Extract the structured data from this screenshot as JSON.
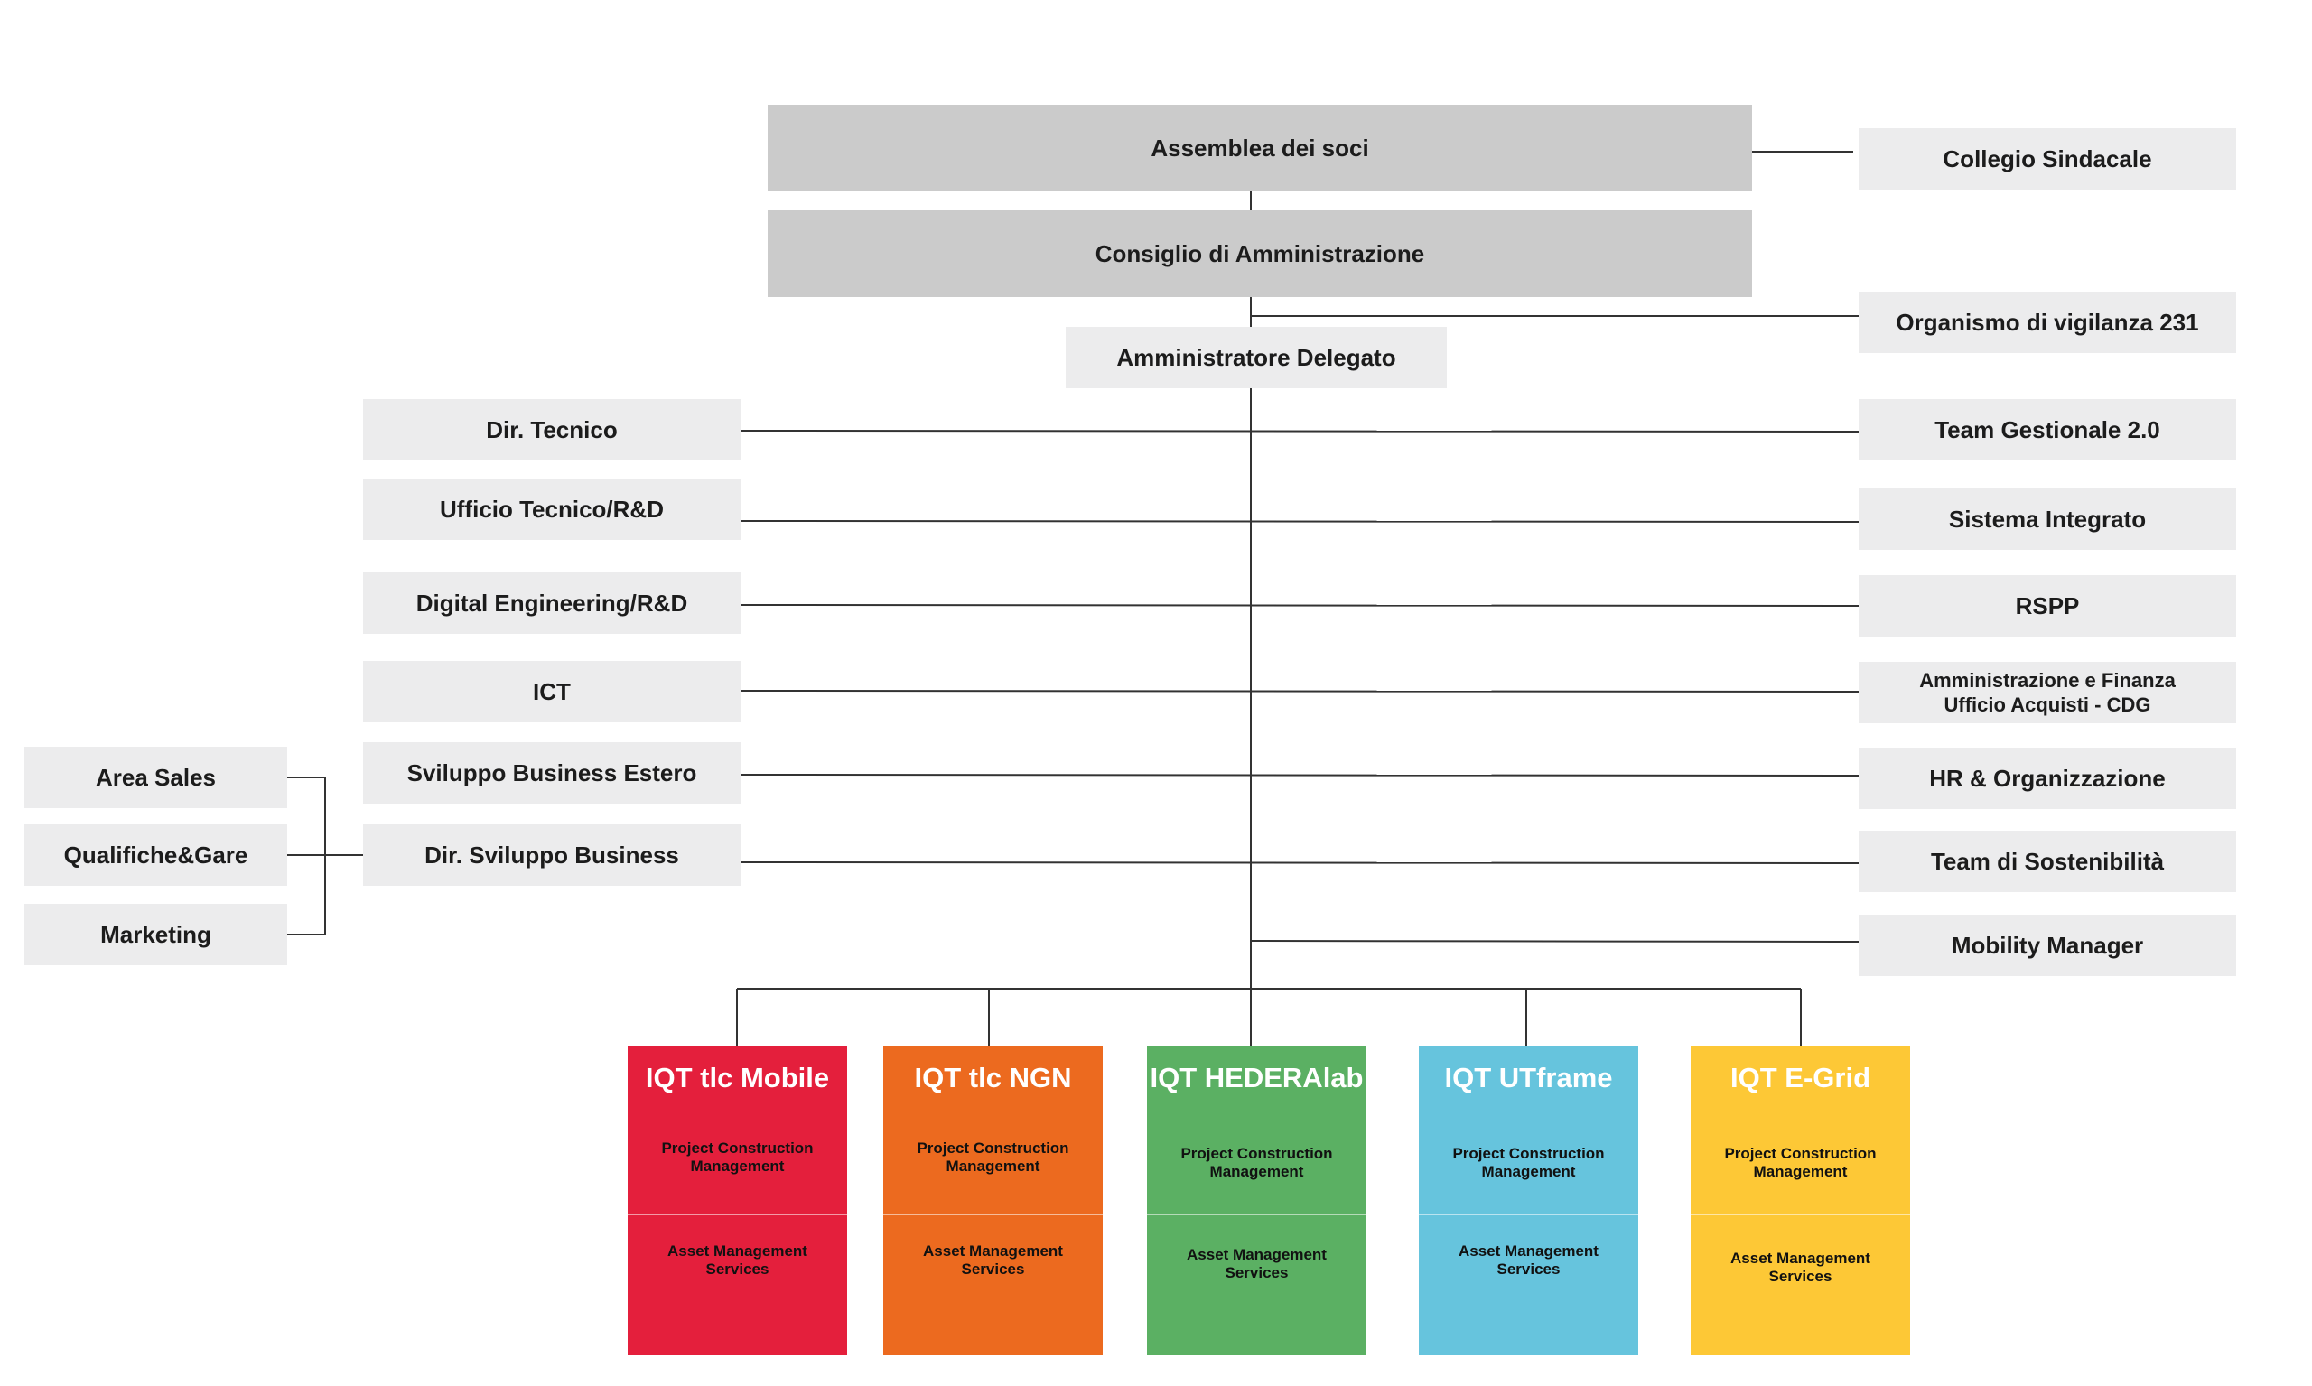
{
  "governance": {
    "assemblea": "Assemblea dei soci",
    "consiglio": "Consiglio di Amministrazione",
    "ad": "Amministratore Delegato"
  },
  "staff_right": {
    "collegio": "Collegio Sindacale",
    "organismo": "Organismo di vigilanza 231",
    "items": [
      "Team Gestionale 2.0",
      "Sistema Integrato",
      "RSPP",
      [
        "Amministrazione e Finanza",
        "Ufficio Acquisti - CDG"
      ],
      "HR & Organizzazione",
      "Team di Sostenibilità",
      "Mobility Manager"
    ]
  },
  "staff_left": {
    "items": [
      "Dir. Tecnico",
      "Ufficio Tecnico/R&D",
      "Digital Engineering/R&D",
      "ICT",
      "Sviluppo Business Estero",
      "Dir. Sviluppo Business"
    ]
  },
  "business_sub": {
    "items": [
      "Area Sales",
      "Qualifiche&Gare",
      "Marketing"
    ]
  },
  "companies": [
    {
      "name": "IQT tlc Mobile",
      "color": "#e41f3c",
      "service1": "Project Construction Management",
      "service2": "Asset Management Services"
    },
    {
      "name": "IQT tlc NGN",
      "color": "#ec6a1f",
      "service1": "Project Construction Management",
      "service2": "Asset Management Services"
    },
    {
      "name": "IQT HEDERAlab",
      "color": "#5bb063",
      "service1": "Project Construction Management",
      "service2": "Asset Management Services"
    },
    {
      "name": "IQT UTframe",
      "color": "#66c4dd",
      "service1": "Project Construction Management",
      "service2": "Asset Management Services"
    },
    {
      "name": "IQT E-Grid",
      "color": "#fdc836",
      "service1": "Project Construction Management",
      "service2": "Asset Management Services"
    }
  ],
  "colors": {
    "governance_box": "#cbcbcb",
    "staff_box": "#ececed",
    "line": "#333333"
  }
}
